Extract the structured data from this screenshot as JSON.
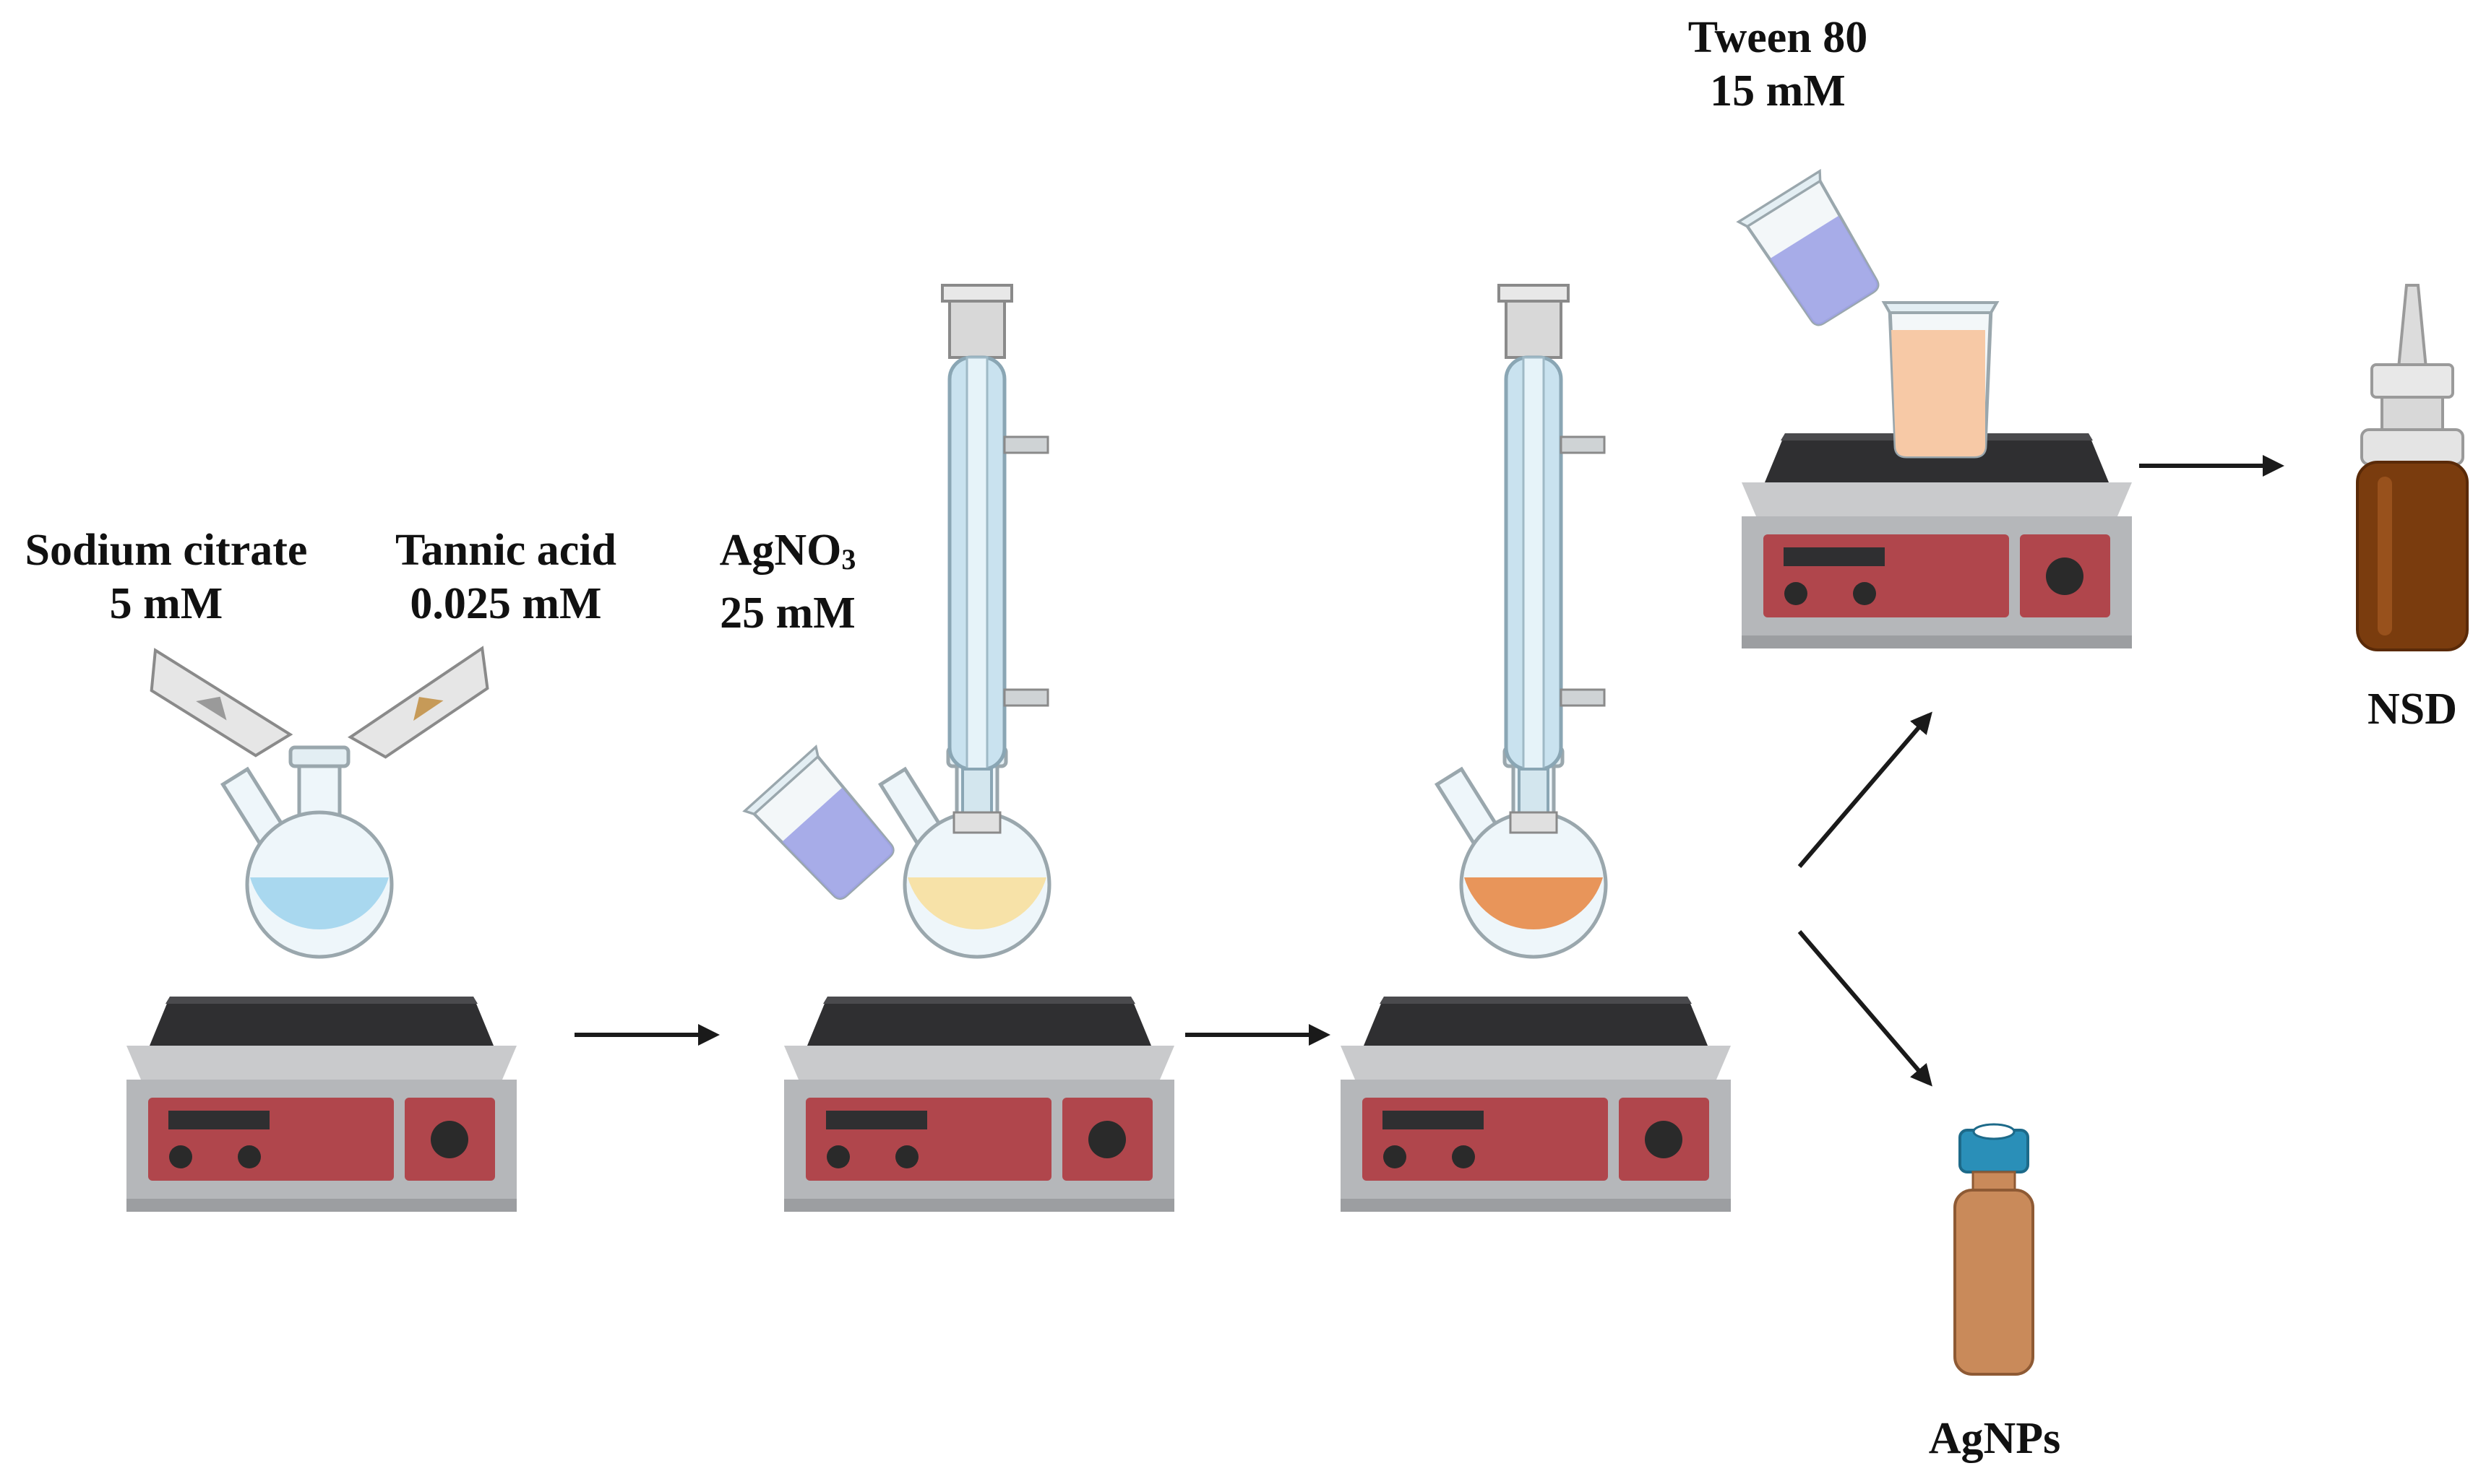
{
  "labels": {
    "sodium_citrate": {
      "name": "Sodium citrate",
      "conc": "5 mM"
    },
    "tannic_acid": {
      "name": "Tannic acid",
      "conc": "0.025 mM"
    },
    "silver_nitrate": {
      "name_prefix": "AgNO",
      "name_sub": "3",
      "conc": "25 mM"
    },
    "tween": {
      "name": "Tween 80",
      "conc": "15 mM"
    },
    "nsd": "NSD",
    "agnps": "AgNPs"
  },
  "colors": {
    "plate_body": "#b5b7ba",
    "plate_panel": "#b0464c",
    "plate_top": "#2f2f31",
    "citrate_solution": "#a9d8ef",
    "silver_added_solution": "#f7e2a8",
    "agnp_solution": "#e8955a",
    "tween_solution": "#f7c9a6",
    "reagent_liquid": "#9ea3e6",
    "condenser_glass": "#c9e2ef",
    "amber_bottle": "#7a3c0e",
    "vial_body": "#c98a5a",
    "vial_cap": "#2a8fb8",
    "arrow": "#1a1a1a"
  }
}
